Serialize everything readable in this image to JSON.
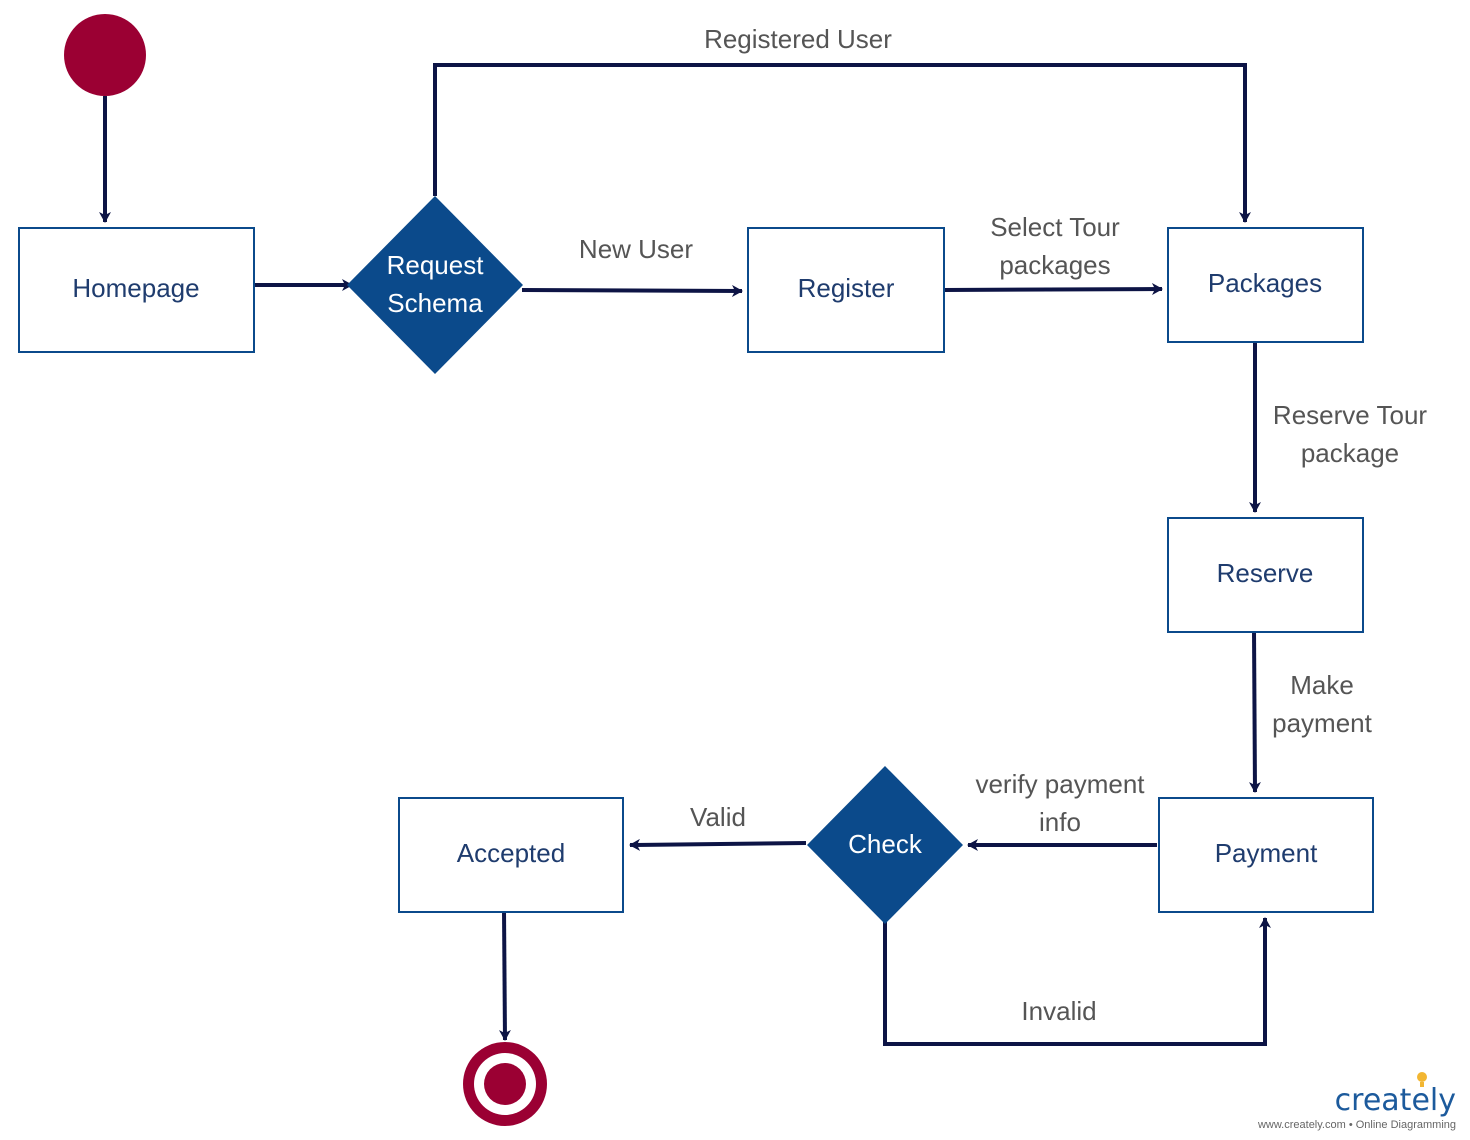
{
  "nodes": {
    "homepage": "Homepage",
    "request_schema": [
      "Request",
      "Schema"
    ],
    "register": "Register",
    "packages": "Packages",
    "reserve": "Reserve",
    "payment": "Payment",
    "check": "Check",
    "accepted": "Accepted"
  },
  "edges": {
    "registered_user": "Registered User",
    "new_user": "New User",
    "select_tour": [
      "Select Tour",
      "packages"
    ],
    "reserve_tour": [
      "Reserve Tour",
      "package"
    ],
    "make_payment": [
      "Make",
      "payment"
    ],
    "verify_payment": [
      "verify payment",
      "info"
    ],
    "valid": "Valid",
    "invalid": "Invalid"
  },
  "branding": {
    "logo": "creately",
    "tagline": "www.creately.com • Online Diagramming"
  },
  "colors": {
    "start_end": "#9b0033",
    "decision": "#0b4a8b",
    "edge": "#0d1445",
    "node_border": "#0b4a8b",
    "node_text": "#1f3c6e",
    "edge_text": "#555555"
  }
}
